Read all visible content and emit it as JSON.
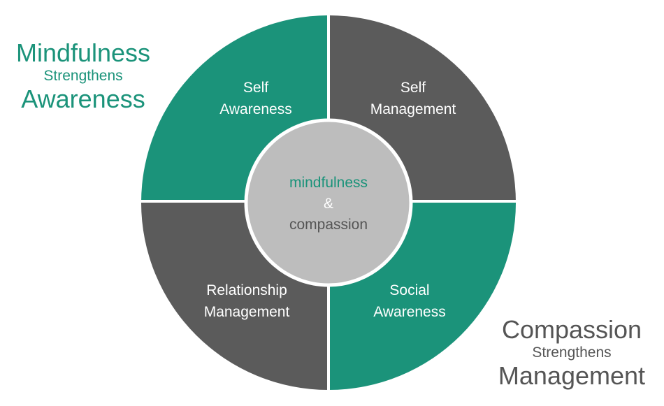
{
  "colors": {
    "green": "#1b937a",
    "dark_gray": "#5b5b5b",
    "center_gray": "#bdbdbd",
    "divider": "#ffffff",
    "right_note": "#555555"
  },
  "quadrants": {
    "top_left": {
      "line1": "Self",
      "line2": "Awareness",
      "color": "green"
    },
    "top_right": {
      "line1": "Self",
      "line2": "Management",
      "color": "dark_gray"
    },
    "bottom_left": {
      "line1": "Relationship",
      "line2": "Management",
      "color": "dark_gray"
    },
    "bottom_right": {
      "line1": "Social",
      "line2": "Awareness",
      "color": "green"
    }
  },
  "center": {
    "line1": "mindfulness",
    "line2": "&",
    "line3": "compassion"
  },
  "left_note": {
    "line1": "Mindfulness",
    "line2": "Strengthens",
    "line3": "Awareness"
  },
  "right_note": {
    "line1": "Compassion",
    "line2": "Strengthens",
    "line3": "Management"
  }
}
